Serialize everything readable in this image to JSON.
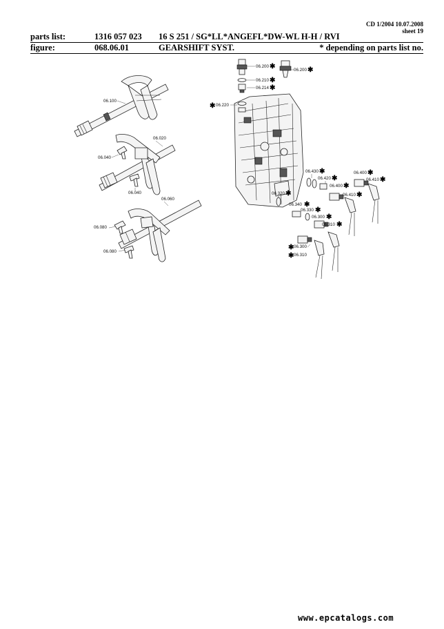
{
  "header": {
    "catalog_date": "CD 1/2004 10.07.2008",
    "sheet": "sheet 19",
    "parts_list_label": "parts list:",
    "parts_list_number": "1316 057 023",
    "parts_list_desc": "16 S 251 / SG*LL*ANGEFL*DW-WL H-H / RVI",
    "figure_label": "figure:",
    "figure_number": "068.06.01",
    "figure_title": "GEARSHIFT SYST.",
    "note": "*  depending on parts list no."
  },
  "callouts": {
    "c06100": "06.100",
    "c06020": "06.020",
    "c06040a": "06.040",
    "c06040b": "06.040",
    "c06060": "06.060",
    "c06080a": "06.080",
    "c06080b": "06.080",
    "c06200a": "06.200",
    "c06200b": "06.200",
    "c06210": "06.210",
    "c06214": "06.214",
    "c06220": "06.220",
    "c06430": "06.430",
    "c06420": "06.420",
    "c06400a": "06.400",
    "c06400b": "06.400",
    "c06410a": "06.410",
    "c06410b": "06.410",
    "c06320": "06.320",
    "c06340": "06.340",
    "c06330": "06.330",
    "c06300a": "06.300",
    "c06310a": "06.310",
    "c06300b": "06.300",
    "c06310b": "06.310"
  },
  "asterisk": "✱",
  "footer": {
    "website": "www.epcatalogs.com"
  }
}
